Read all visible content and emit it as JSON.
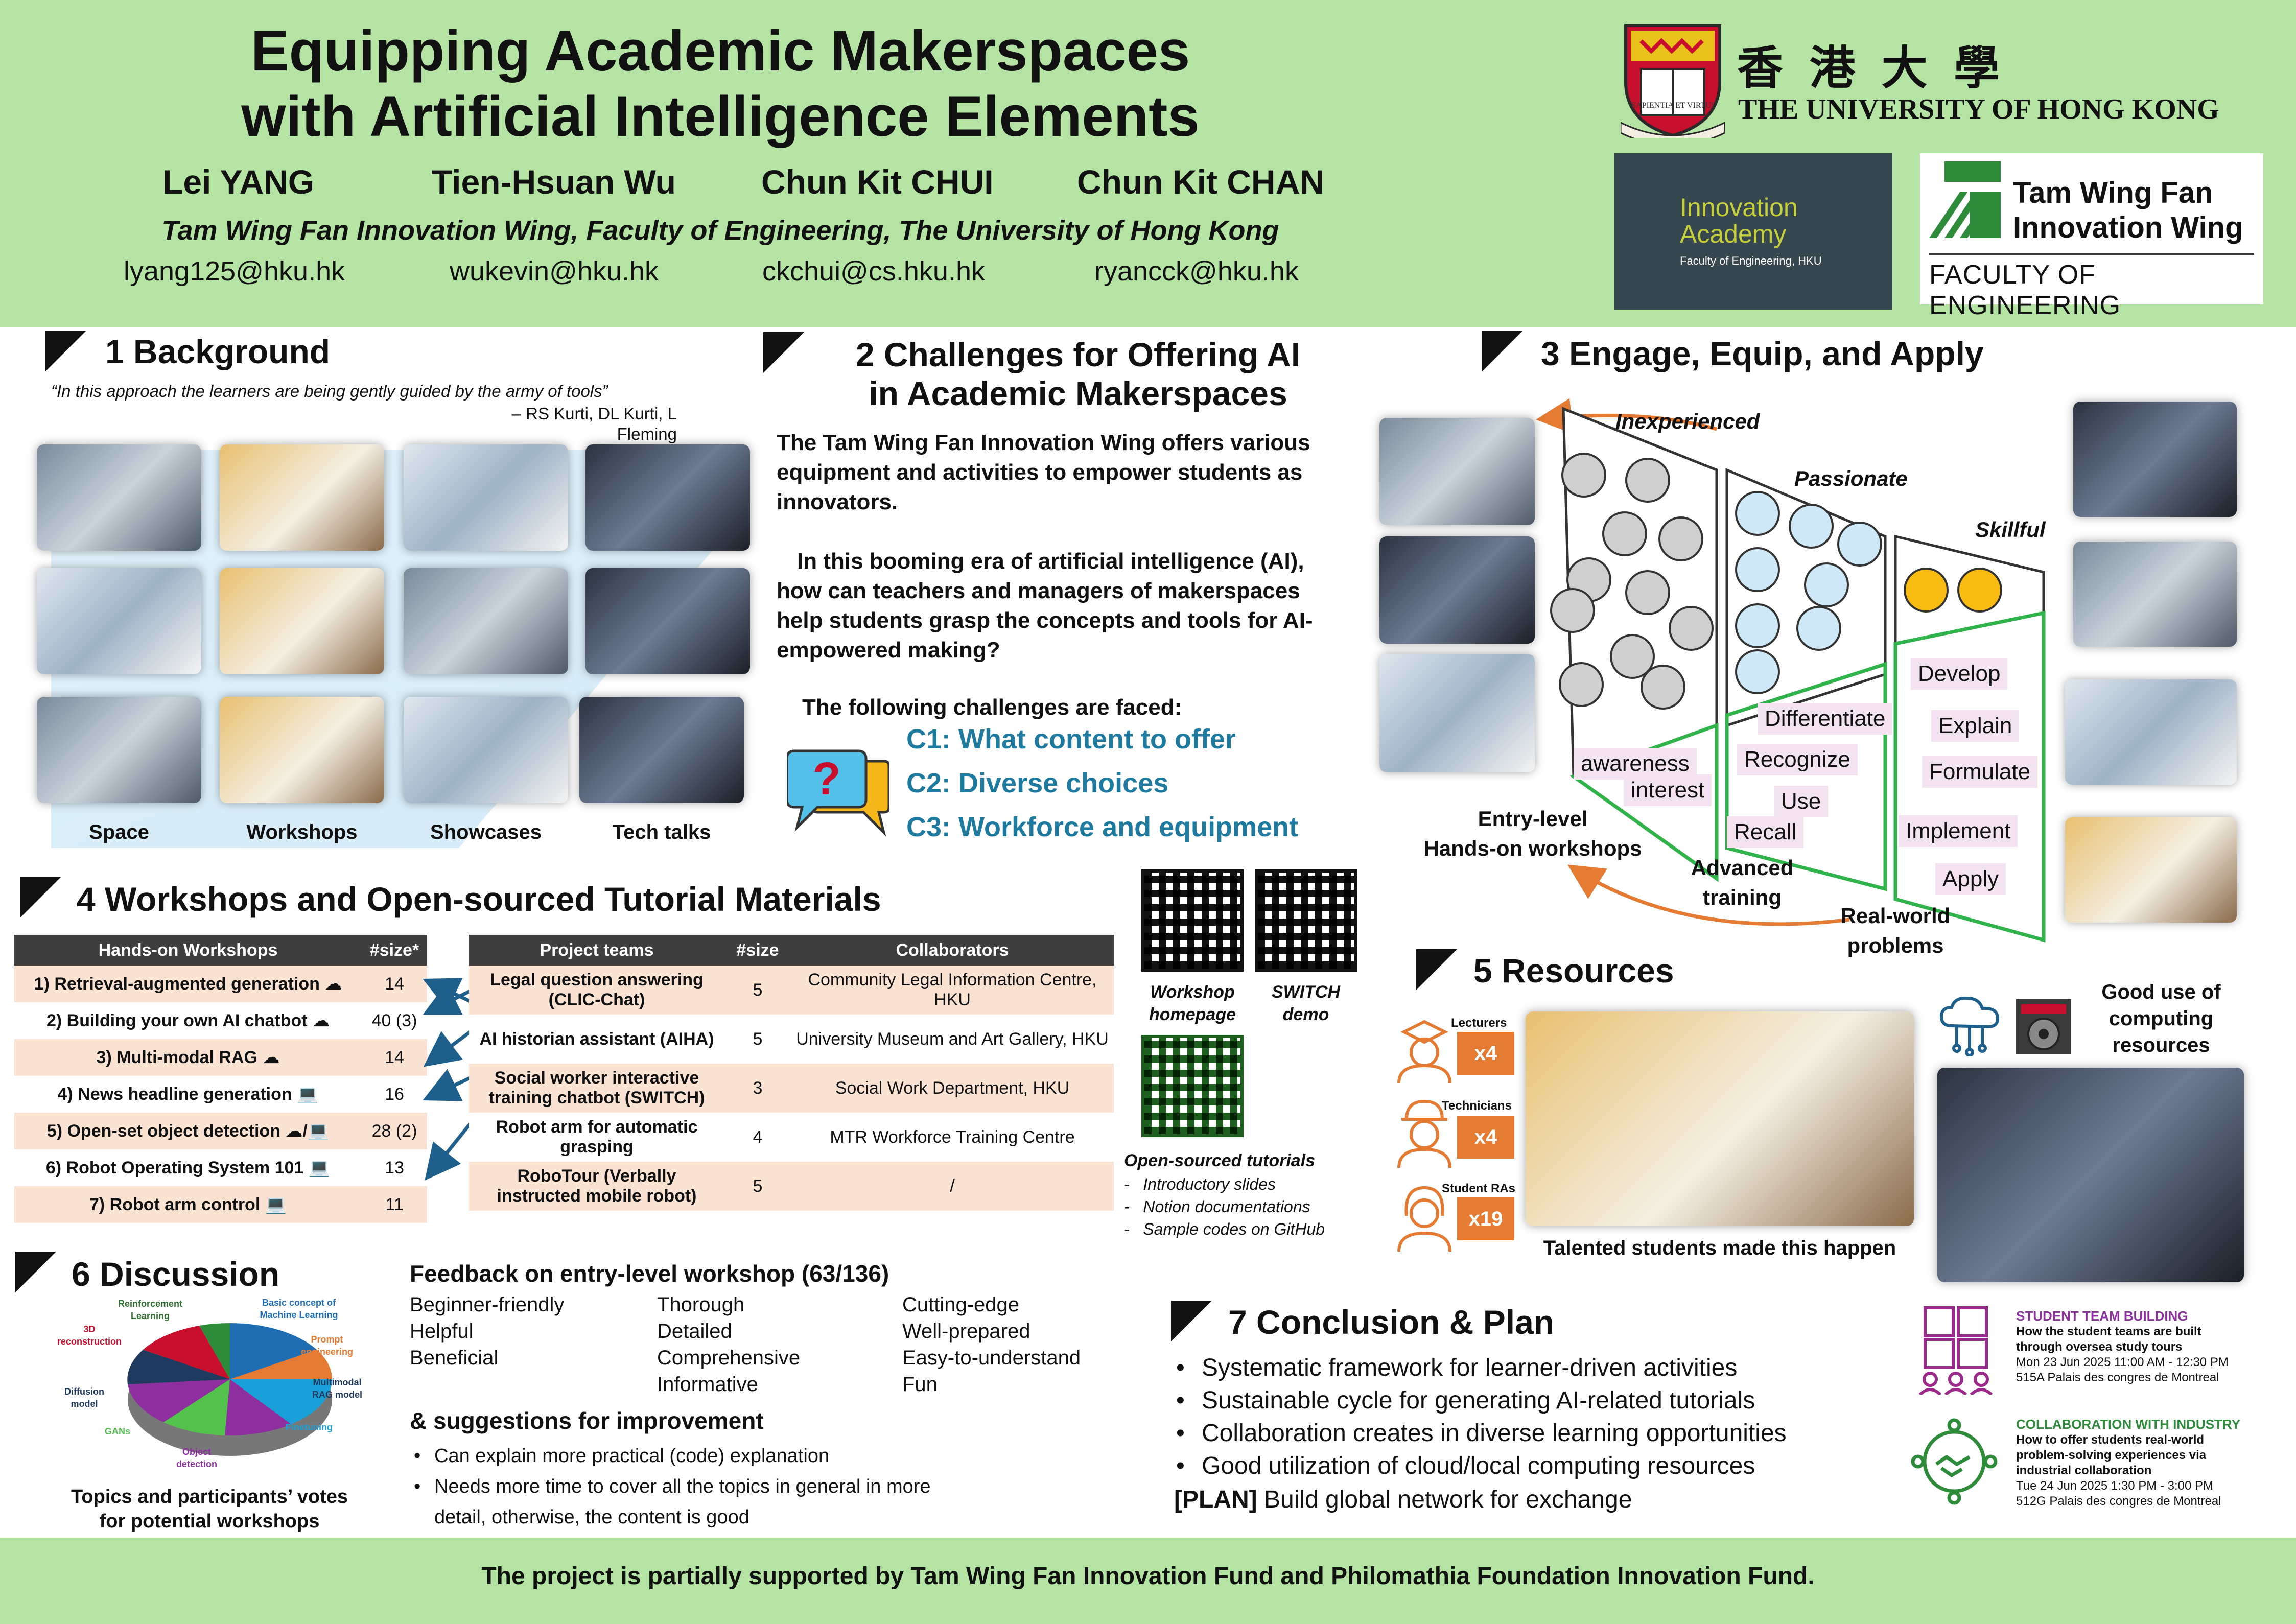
{
  "header": {
    "title_line1": "Equipping Academic Makerspaces",
    "title_line2": "with Artificial Intelligence Elements",
    "authors": [
      "Lei YANG",
      "Tien-Hsuan Wu",
      "Chun Kit CHUI",
      "Chun Kit CHAN"
    ],
    "affiliation": "Tam Wing Fan Innovation Wing, Faculty of Engineering, The University of Hong Kong",
    "emails": [
      "lyang125@hku.hk",
      "wukevin@hku.hk",
      "ckchui@cs.hku.hk",
      "ryancck@hku.hk"
    ],
    "hku_chinese": "香 港 大 學",
    "hku_english": "THE UNIVERSITY OF HONG KONG",
    "crest_motto": "SAPIENTIA ET VIRTUS",
    "ia_line1": "Innovation",
    "ia_line2": "Academy",
    "ia_sub": "Faculty of Engineering, HKU",
    "tw_line1": "Tam Wing Fan",
    "tw_line2": "Innovation Wing",
    "tw_sub": "FACULTY OF ENGINEERING"
  },
  "colors": {
    "green_bg": "#b5e3a3",
    "orange": "#e57a32",
    "teal": "#1f7aa0",
    "circle_grey": "#cfcfcf",
    "circle_blue": "#cfe8f7",
    "circle_gold": "#f7bb12",
    "funnel_green": "#2fb34a"
  },
  "s1": {
    "title": "1 Background",
    "quote": "“In this approach the learners are being gently guided by the army of tools”",
    "quote_author": "– RS Kurti, DL Kurti, L Fleming",
    "captions": [
      "Space",
      "Workshops",
      "Showcases",
      "Tech talks"
    ]
  },
  "s2": {
    "title_line1": "2 Challenges for Offering AI",
    "title_line2": "in Academic Makerspaces",
    "p1": "The Tam Wing Fan Innovation Wing offers various equipment and activities to empower students as innovators.",
    "p2": "In this booming era of artificial intelligence (AI), how can teachers and managers of makerspaces help students grasp the concepts and tools for AI-empowered making?",
    "p3": "The following challenges are faced:",
    "c1": "C1: What content to offer",
    "c2": "C2: Diverse choices",
    "c3": "C3: Workforce and equipment"
  },
  "s3": {
    "title": "3 Engage, Equip, and Apply",
    "inexperienced": "Inexperienced",
    "passionate": "Passionate",
    "skillful": "Skillful",
    "labels": [
      "awareness",
      "interest",
      "Differentiate",
      "Recognize",
      "Use",
      "Recall",
      "Develop",
      "Explain",
      "Formulate",
      "Implement",
      "Apply"
    ],
    "entry_line1": "Entry-level",
    "entry_line2": "Hands-on workshops",
    "adv_line1": "Advanced",
    "adv_line2": "training",
    "real_line1": "Real-world",
    "real_line2": "problems"
  },
  "s4": {
    "title": "4 Workshops and Open-sourced Tutorial Materials",
    "ws_headers": [
      "Hands-on Workshops",
      "#size*"
    ],
    "ws_rows": [
      [
        "1) Retrieval-augmented generation ☁",
        "14"
      ],
      [
        "2) Building your own AI chatbot ☁",
        "40 (3)"
      ],
      [
        "3) Multi-modal RAG ☁",
        "14"
      ],
      [
        "4) News headline generation 💻",
        "16"
      ],
      [
        "5) Open-set object detection ☁/💻",
        "28 (2)"
      ],
      [
        "6) Robot Operating System 101 💻",
        "13"
      ],
      [
        "7) Robot arm control 💻",
        "11"
      ]
    ],
    "pt_headers": [
      "Project teams",
      "#size",
      "Collaborators"
    ],
    "pt_rows": [
      [
        "Legal question answering (CLIC-Chat)",
        "5",
        "Community Legal Information Centre, HKU"
      ],
      [
        "AI historian assistant (AIHA)",
        "5",
        "University Museum and Art Gallery, HKU"
      ],
      [
        "Social worker interactive training chatbot (SWITCH)",
        "3",
        "Social Work Department, HKU"
      ],
      [
        "Robot arm for automatic grasping",
        "4",
        "MTR Workforce Training Centre"
      ],
      [
        "RoboTour (Verbally instructed mobile robot)",
        "5",
        "/"
      ]
    ],
    "qr1_line1": "Workshop",
    "qr1_line2": "homepage",
    "qr2_line1": "SWITCH",
    "qr2_line2": "demo",
    "ost_title": "Open-sourced tutorials",
    "ost_items": [
      "Introductory slides",
      "Notion documentations",
      "Sample codes on GitHub"
    ]
  },
  "s5": {
    "title": "5 Resources",
    "lecturers": "Lecturers",
    "lecturers_n": "x4",
    "technicians": "Technicians",
    "technicians_n": "x4",
    "ras": "Student RAs",
    "ras_n": "x19",
    "photo_caption": "Talented students made this happen",
    "computing_line1": "Good use of",
    "computing_line2": "computing",
    "computing_line3": "resources"
  },
  "s6": {
    "title": "6 Discussion",
    "pie_labels": [
      "Reinforcement Learning",
      "Basic concept of Machine Learning",
      "Prompt engineering",
      "Multimodal RAG model",
      "Finetuning",
      "Object detection",
      "GANs",
      "Diffusion model",
      "3D reconstruction"
    ],
    "pie_caption_line1": "Topics and participants’ votes",
    "pie_caption_line2": "for potential workshops",
    "feedback_title": "Feedback on entry-level workshop (63/136)",
    "fb_col1": [
      "Beginner-friendly",
      "Helpful",
      "Beneficial"
    ],
    "fb_col2": [
      "Thorough",
      "Detailed",
      "Comprehensive",
      "Informative"
    ],
    "fb_col3": [
      "Cutting-edge",
      "Well-prepared",
      "Easy-to-understand",
      "Fun"
    ],
    "sugg_title": "& suggestions for improvement",
    "sugg": [
      "Can explain more practical (code) explanation",
      "Needs more time to cover all the topics in general in more detail, otherwise, the content is good"
    ]
  },
  "s7": {
    "title": "7 Conclusion & Plan",
    "items": [
      "Systematic framework for learner-driven activities",
      "Sustainable cycle for generating AI-related tutorials",
      "Collaboration creates in diverse learning opportunities",
      "Good utilization of cloud/local computing resources"
    ],
    "plan_tag": "[PLAN]",
    "plan_text": " Build global network for exchange"
  },
  "events": [
    {
      "tag": "STUDENT TEAM BUILDING",
      "title": "How the student teams are built through oversea study tours",
      "time": "Mon 23 Jun 2025 11:00 AM - 12:30 PM",
      "place": "515A Palais des congres de Montreal"
    },
    {
      "tag": "COLLABORATION WITH INDUSTRY",
      "title": "How to offer students real-world problem-solving experiences via industrial collaboration",
      "time": "Tue 24 Jun 2025 1:30 PM - 3:00 PM",
      "place": "512G Palais des congres de Montreal"
    }
  ],
  "footer": "The project is partially supported by Tam Wing Fan Innovation Fund and Philomathia Foundation Innovation Fund."
}
